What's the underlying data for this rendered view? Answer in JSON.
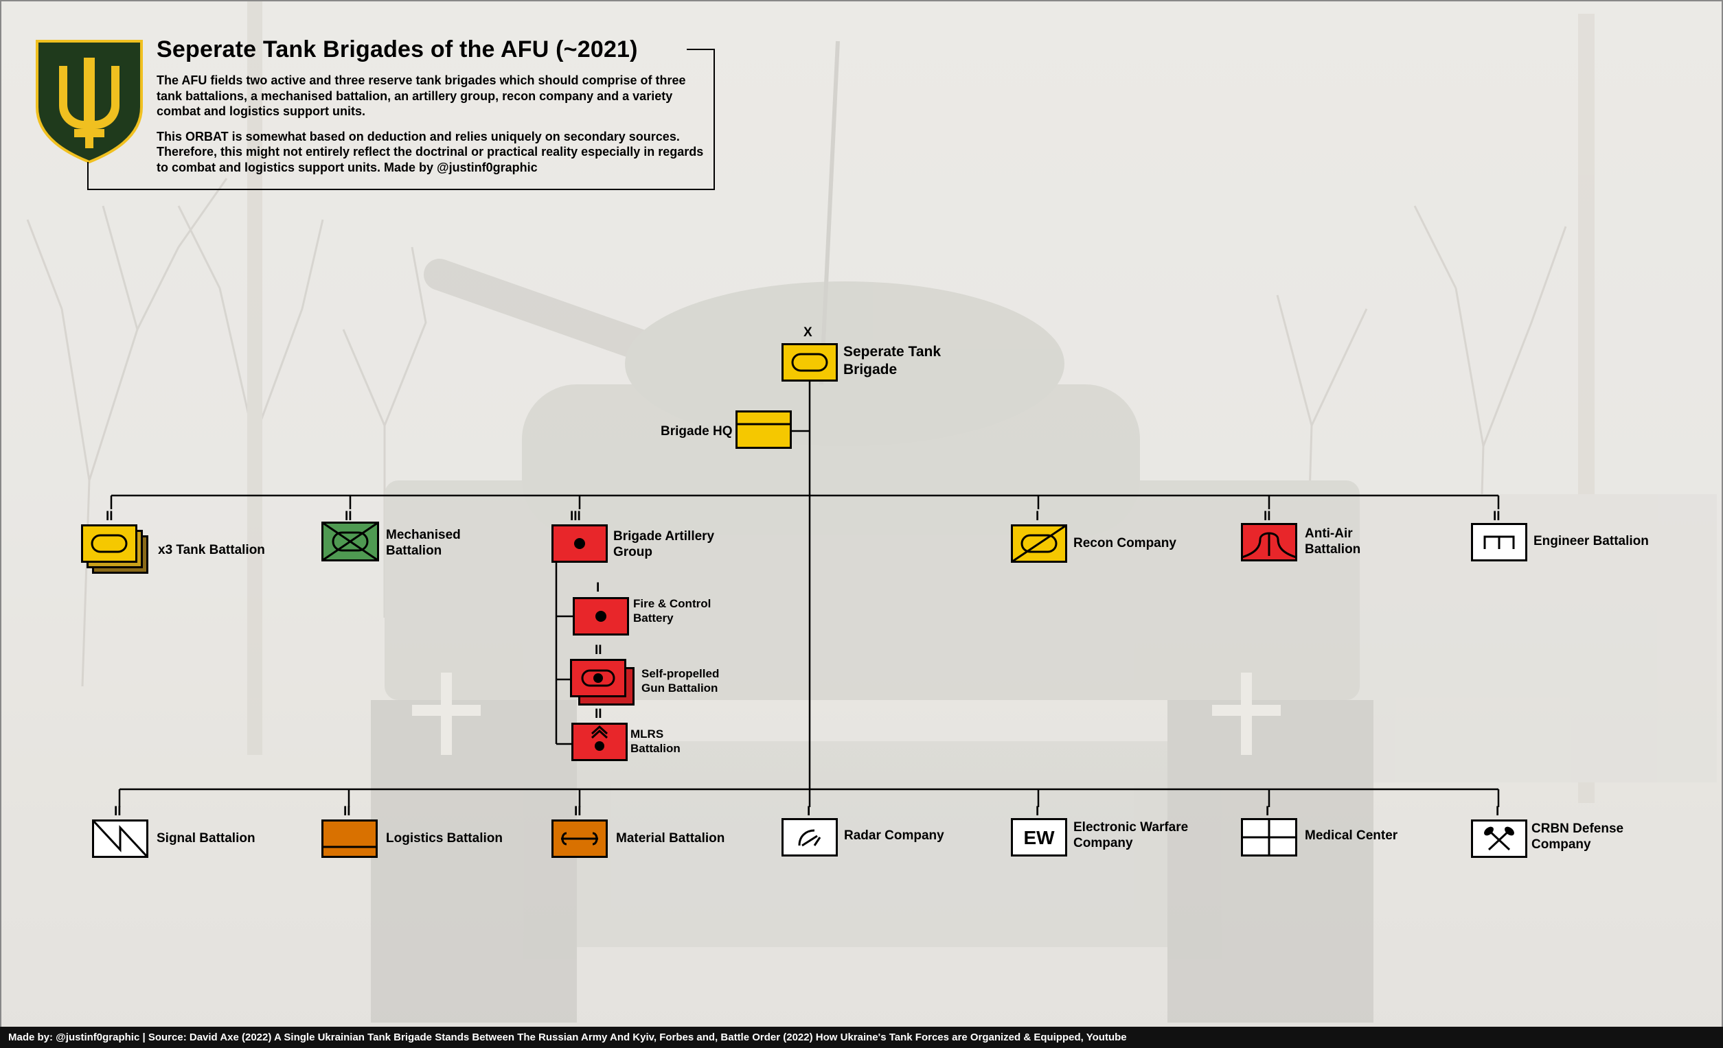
{
  "header": {
    "title": "Seperate Tank Brigades of the AFU (~2021)",
    "paragraph_1": "The AFU fields two active and three reserve tank brigades which should comprise of three tank battalions, a mechanised battalion, an artillery group, recon company and a variety combat and logistics support units.",
    "paragraph_2": "This ORBAT is somewhat based on deduction and relies uniquely on secondary sources. Therefore, this might not entirely reflect the doctrinal or practical reality especially in regards to combat and logistics support units. Made by @justinf0graphic"
  },
  "colors": {
    "armor_yellow": "#f5c800",
    "armor_dark": "#8a6a18",
    "mechanised_green": "#4f9a52",
    "artillery_red": "#e8262a",
    "logistics_orange": "#d97100",
    "support_white": "#ffffff",
    "emblem_green": "#1f3a1c",
    "emblem_gold": "#f0c020",
    "footer_bg": "#111111"
  },
  "root": {
    "echelon": "X",
    "line_1": "Seperate Tank",
    "line_2": "Brigade",
    "symbol": "tank-symbol"
  },
  "hq": {
    "label": "Brigade HQ",
    "symbol": "headquarters-symbol"
  },
  "battalion_row": [
    {
      "id": "tank",
      "echelon": "II",
      "line_1": "x3 Tank Battalion",
      "line_2": "",
      "symbol": "tank-symbol"
    },
    {
      "id": "mech",
      "echelon": "II",
      "line_1": "Mechanised",
      "line_2": "Battalion",
      "symbol": "mechanised-infantry-symbol"
    },
    {
      "id": "arty",
      "echelon": "III",
      "line_1": "Brigade Artillery",
      "line_2": "Group",
      "symbol": "artillery-symbol"
    },
    {
      "id": "recon",
      "echelon": "I",
      "line_1": "Recon Company",
      "line_2": "",
      "symbol": "armored-recon-symbol"
    },
    {
      "id": "aa",
      "echelon": "II",
      "line_1": "Anti-Air",
      "line_2": "Battalion",
      "symbol": "air-defense-symbol"
    },
    {
      "id": "eng",
      "echelon": "II",
      "line_1": "Engineer Battalion",
      "line_2": "",
      "symbol": "engineer-symbol"
    }
  ],
  "artillery_subunits": [
    {
      "id": "fcb",
      "echelon": "I",
      "line_1": "Fire & Control",
      "line_2": "Battery",
      "symbol": "artillery-symbol"
    },
    {
      "id": "spg",
      "echelon": "II",
      "line_1": "Self-propelled",
      "line_2": "Gun Battalion",
      "symbol": "self-propelled-artillery-symbol"
    },
    {
      "id": "mlrs",
      "echelon": "II",
      "line_1": "MLRS",
      "line_2": "Battalion",
      "symbol": "rocket-artillery-symbol"
    }
  ],
  "support_row": [
    {
      "id": "signal",
      "echelon": "II",
      "line_1": "Signal Battalion",
      "line_2": "",
      "symbol": "signal-symbol"
    },
    {
      "id": "log",
      "echelon": "II",
      "line_1": "Logistics Battalion",
      "line_2": "",
      "symbol": "logistics-symbol"
    },
    {
      "id": "mat",
      "echelon": "II",
      "line_1": "Material Battalion",
      "line_2": "",
      "symbol": "maintenance-symbol"
    },
    {
      "id": "radar",
      "echelon": "I",
      "line_1": "Radar Company",
      "line_2": "",
      "symbol": "radar-symbol"
    },
    {
      "id": "ew",
      "echelon": "I",
      "line_1": "Electronic Warfare",
      "line_2": "Company",
      "symbol": "electronic-warfare-symbol",
      "symbol_text": "EW"
    },
    {
      "id": "med",
      "echelon": "I",
      "line_1": "Medical Center",
      "line_2": "",
      "symbol": "medical-symbol"
    },
    {
      "id": "cbrn",
      "echelon": "I",
      "line_1": "CRBN Defense",
      "line_2": "Company",
      "symbol": "cbrn-symbol"
    }
  ],
  "footer": {
    "text": "Made by: @justinf0graphic | Source: David Axe (2022) A Single Ukrainian Tank Brigade Stands Between The Russian Army And Kyiv, Forbes and, Battle Order (2022) How Ukraine's Tank Forces are Organized & Equipped, Youtube"
  }
}
